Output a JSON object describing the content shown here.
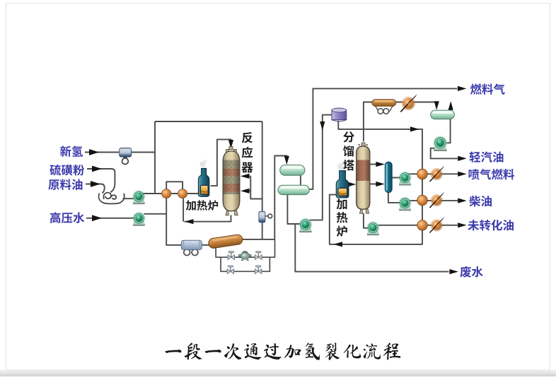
{
  "title": "一段一次通过加氢裂化流程",
  "colors": {
    "background": "#ffffff",
    "card_border": "#e0e0e0",
    "bottom_strip": "#dedede",
    "pipe_line": "#4b4b4b",
    "io_label_blue": "#3c3bac",
    "equipment_label_black": "#1c1c1c",
    "pump_green": "#2c9a72",
    "exchanger_orange": "#e08a42",
    "vessel_tan": "#cfc09a",
    "catalyst_brown": "#9c604c",
    "drum_seafoam": "#9ed0b5",
    "stripper_teal": "#146e8a",
    "tank_purple": "#8d84c4",
    "steel_blue": "#aebfd6"
  },
  "inputs": {
    "fresh_hydrogen": {
      "label": "新氢"
    },
    "sulfur_powder": {
      "label": "硫磺粉"
    },
    "feed_oil": {
      "label": "原料油"
    },
    "hp_water": {
      "label": "高压水"
    }
  },
  "outputs": {
    "fuel_gas": {
      "label": "燃料气"
    },
    "light_gasoline": {
      "label": "轻汽油"
    },
    "jet_fuel": {
      "label": "喷气燃料"
    },
    "diesel": {
      "label": "柴油"
    },
    "unconverted_oil": {
      "label": "未转化油"
    },
    "waste_water": {
      "label": "废水"
    }
  },
  "equipment": {
    "heater1": {
      "label": "加热炉",
      "type": "fired-heater"
    },
    "reactor": {
      "label": "反应器",
      "type": "hydrocracking-reactor"
    },
    "fractionator": {
      "label": "分馏塔",
      "type": "fractionation-tower"
    },
    "heater2": {
      "label": "加热炉",
      "type": "fired-heater"
    }
  }
}
